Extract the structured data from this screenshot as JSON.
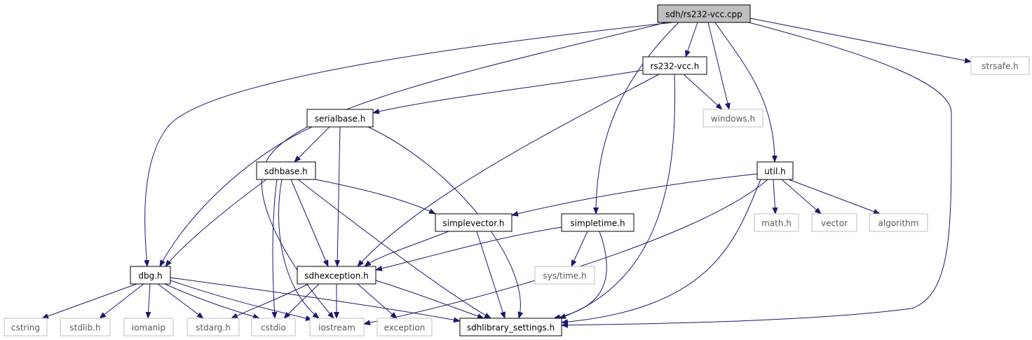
{
  "graph": {
    "edge_color": "#191970",
    "root_fill": "#bfbfbf",
    "documented_border": "#000000",
    "external_border": "#bfbfbf",
    "external_text": "#5a5a5a"
  },
  "nodes": {
    "root": "sdh/rs232-vcc.cpp",
    "rs232_vcc_h": "rs232-vcc.h",
    "strsafe_h": "strsafe.h",
    "serialbase_h": "serialbase.h",
    "windows_h": "windows.h",
    "sdhbase_h": "sdhbase.h",
    "util_h": "util.h",
    "simplevector_h": "simplevector.h",
    "simpletime_h": "simpletime.h",
    "math_h": "math.h",
    "vector": "vector",
    "algorithm": "algorithm",
    "dbg_h": "dbg.h",
    "sdhexception_h": "sdhexception.h",
    "sys_time_h": "sys/time.h",
    "cstring": "cstring",
    "stdlib_h": "stdlib.h",
    "iomanip": "iomanip",
    "stdarg_h": "stdarg.h",
    "cstdio": "cstdio",
    "iostream": "iostream",
    "exception": "exception",
    "sdhlibrary_settings_h": "sdhlibrary_settings.h"
  }
}
